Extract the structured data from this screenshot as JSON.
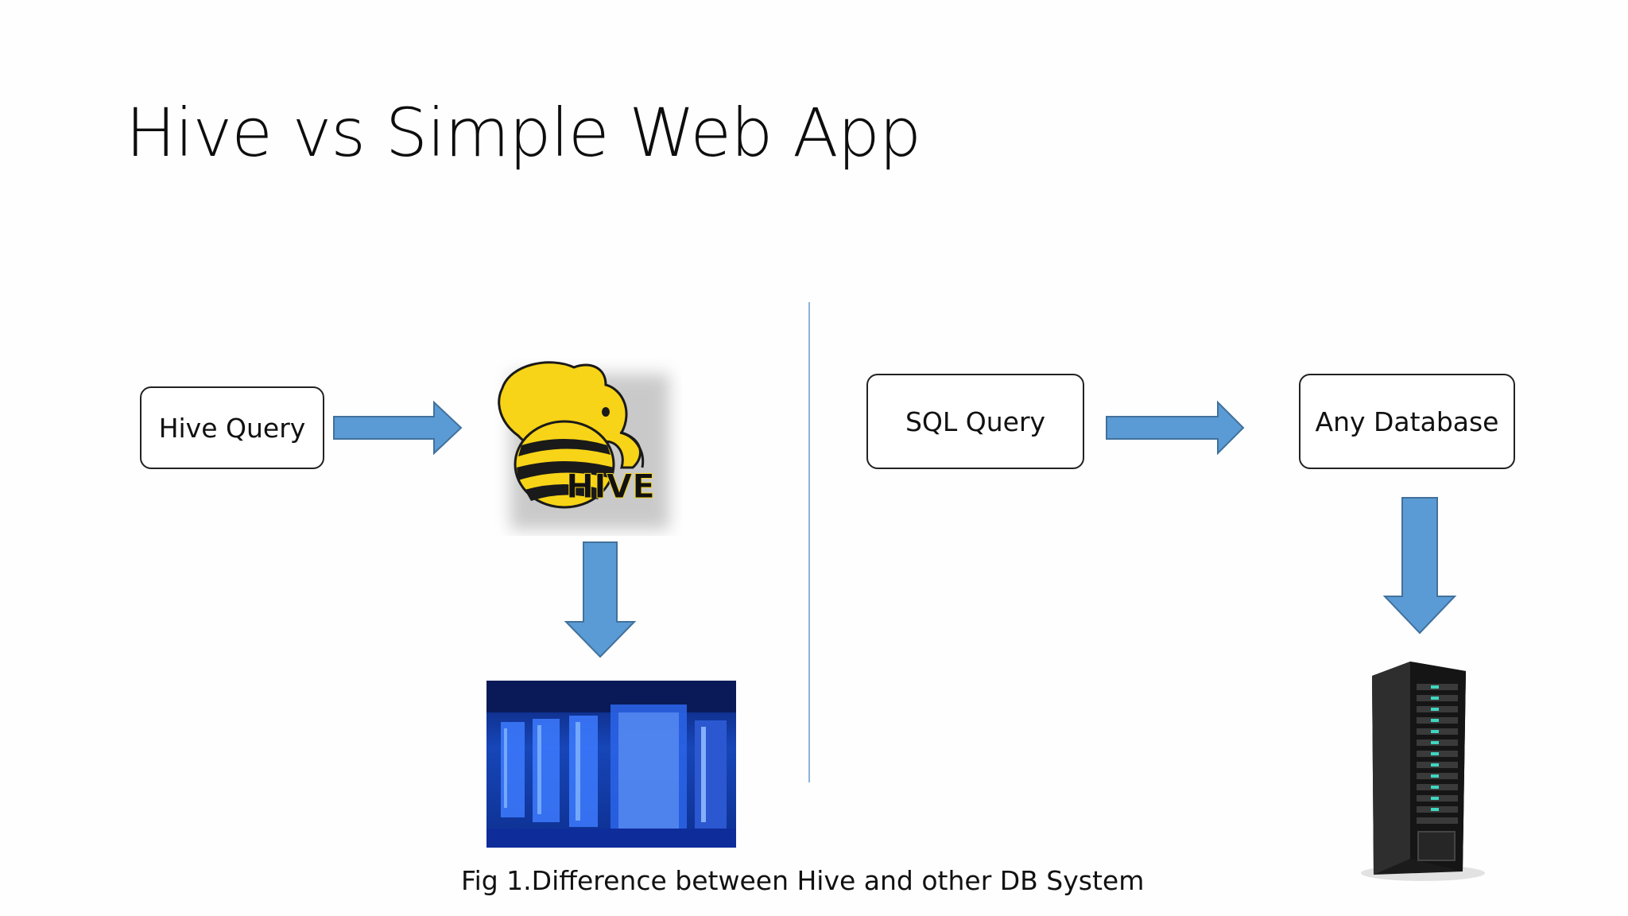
{
  "slide": {
    "title": "Hive vs Simple Web App",
    "caption": "Fig 1.Difference between Hive and other DB System"
  },
  "left_flow": {
    "query_box": "Hive Query",
    "logo": {
      "word": "HIVE",
      "mascot": "hive-bee-elephant-logo"
    },
    "storage_image": "data-center-image"
  },
  "right_flow": {
    "query_box": "SQL Query",
    "database_box": "Any Database",
    "storage_image": "server-rack-image"
  },
  "colors": {
    "arrow_fill": "#5b9bd5",
    "arrow_stroke": "#41719c",
    "divider": "#8fb3d8",
    "logo_yellow": "#f7d417",
    "datacenter_blue": "#1f63d8"
  }
}
